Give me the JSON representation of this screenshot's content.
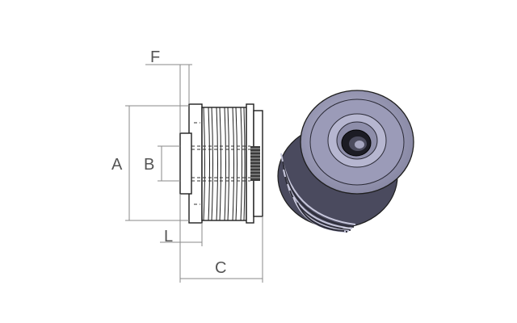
{
  "dimensions": {
    "F": "F",
    "A": "A",
    "B": "B",
    "L": "L",
    "C": "C"
  },
  "colors": {
    "line": "#1e1e1e",
    "dimension": "#8a8a8a",
    "label": "#555555",
    "pulley_face": "#a9a9c8",
    "pulley_dark": "#4a4a5e",
    "pulley_mid": "#7d7d96"
  }
}
